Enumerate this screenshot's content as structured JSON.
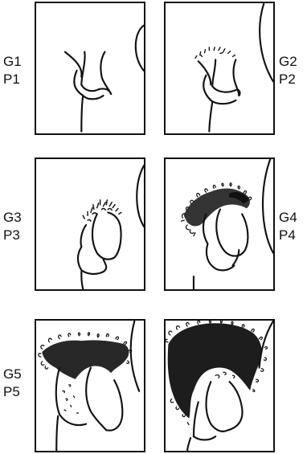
{
  "stages": [
    {
      "g": "G1",
      "p": "P1"
    },
    {
      "g": "G2",
      "p": "P2"
    },
    {
      "g": "G3",
      "p": "P3"
    },
    {
      "g": "G4",
      "p": "P4"
    },
    {
      "g": "G5",
      "p": "P5"
    }
  ],
  "colors": {
    "line": "#111111",
    "background": "#ffffff"
  }
}
